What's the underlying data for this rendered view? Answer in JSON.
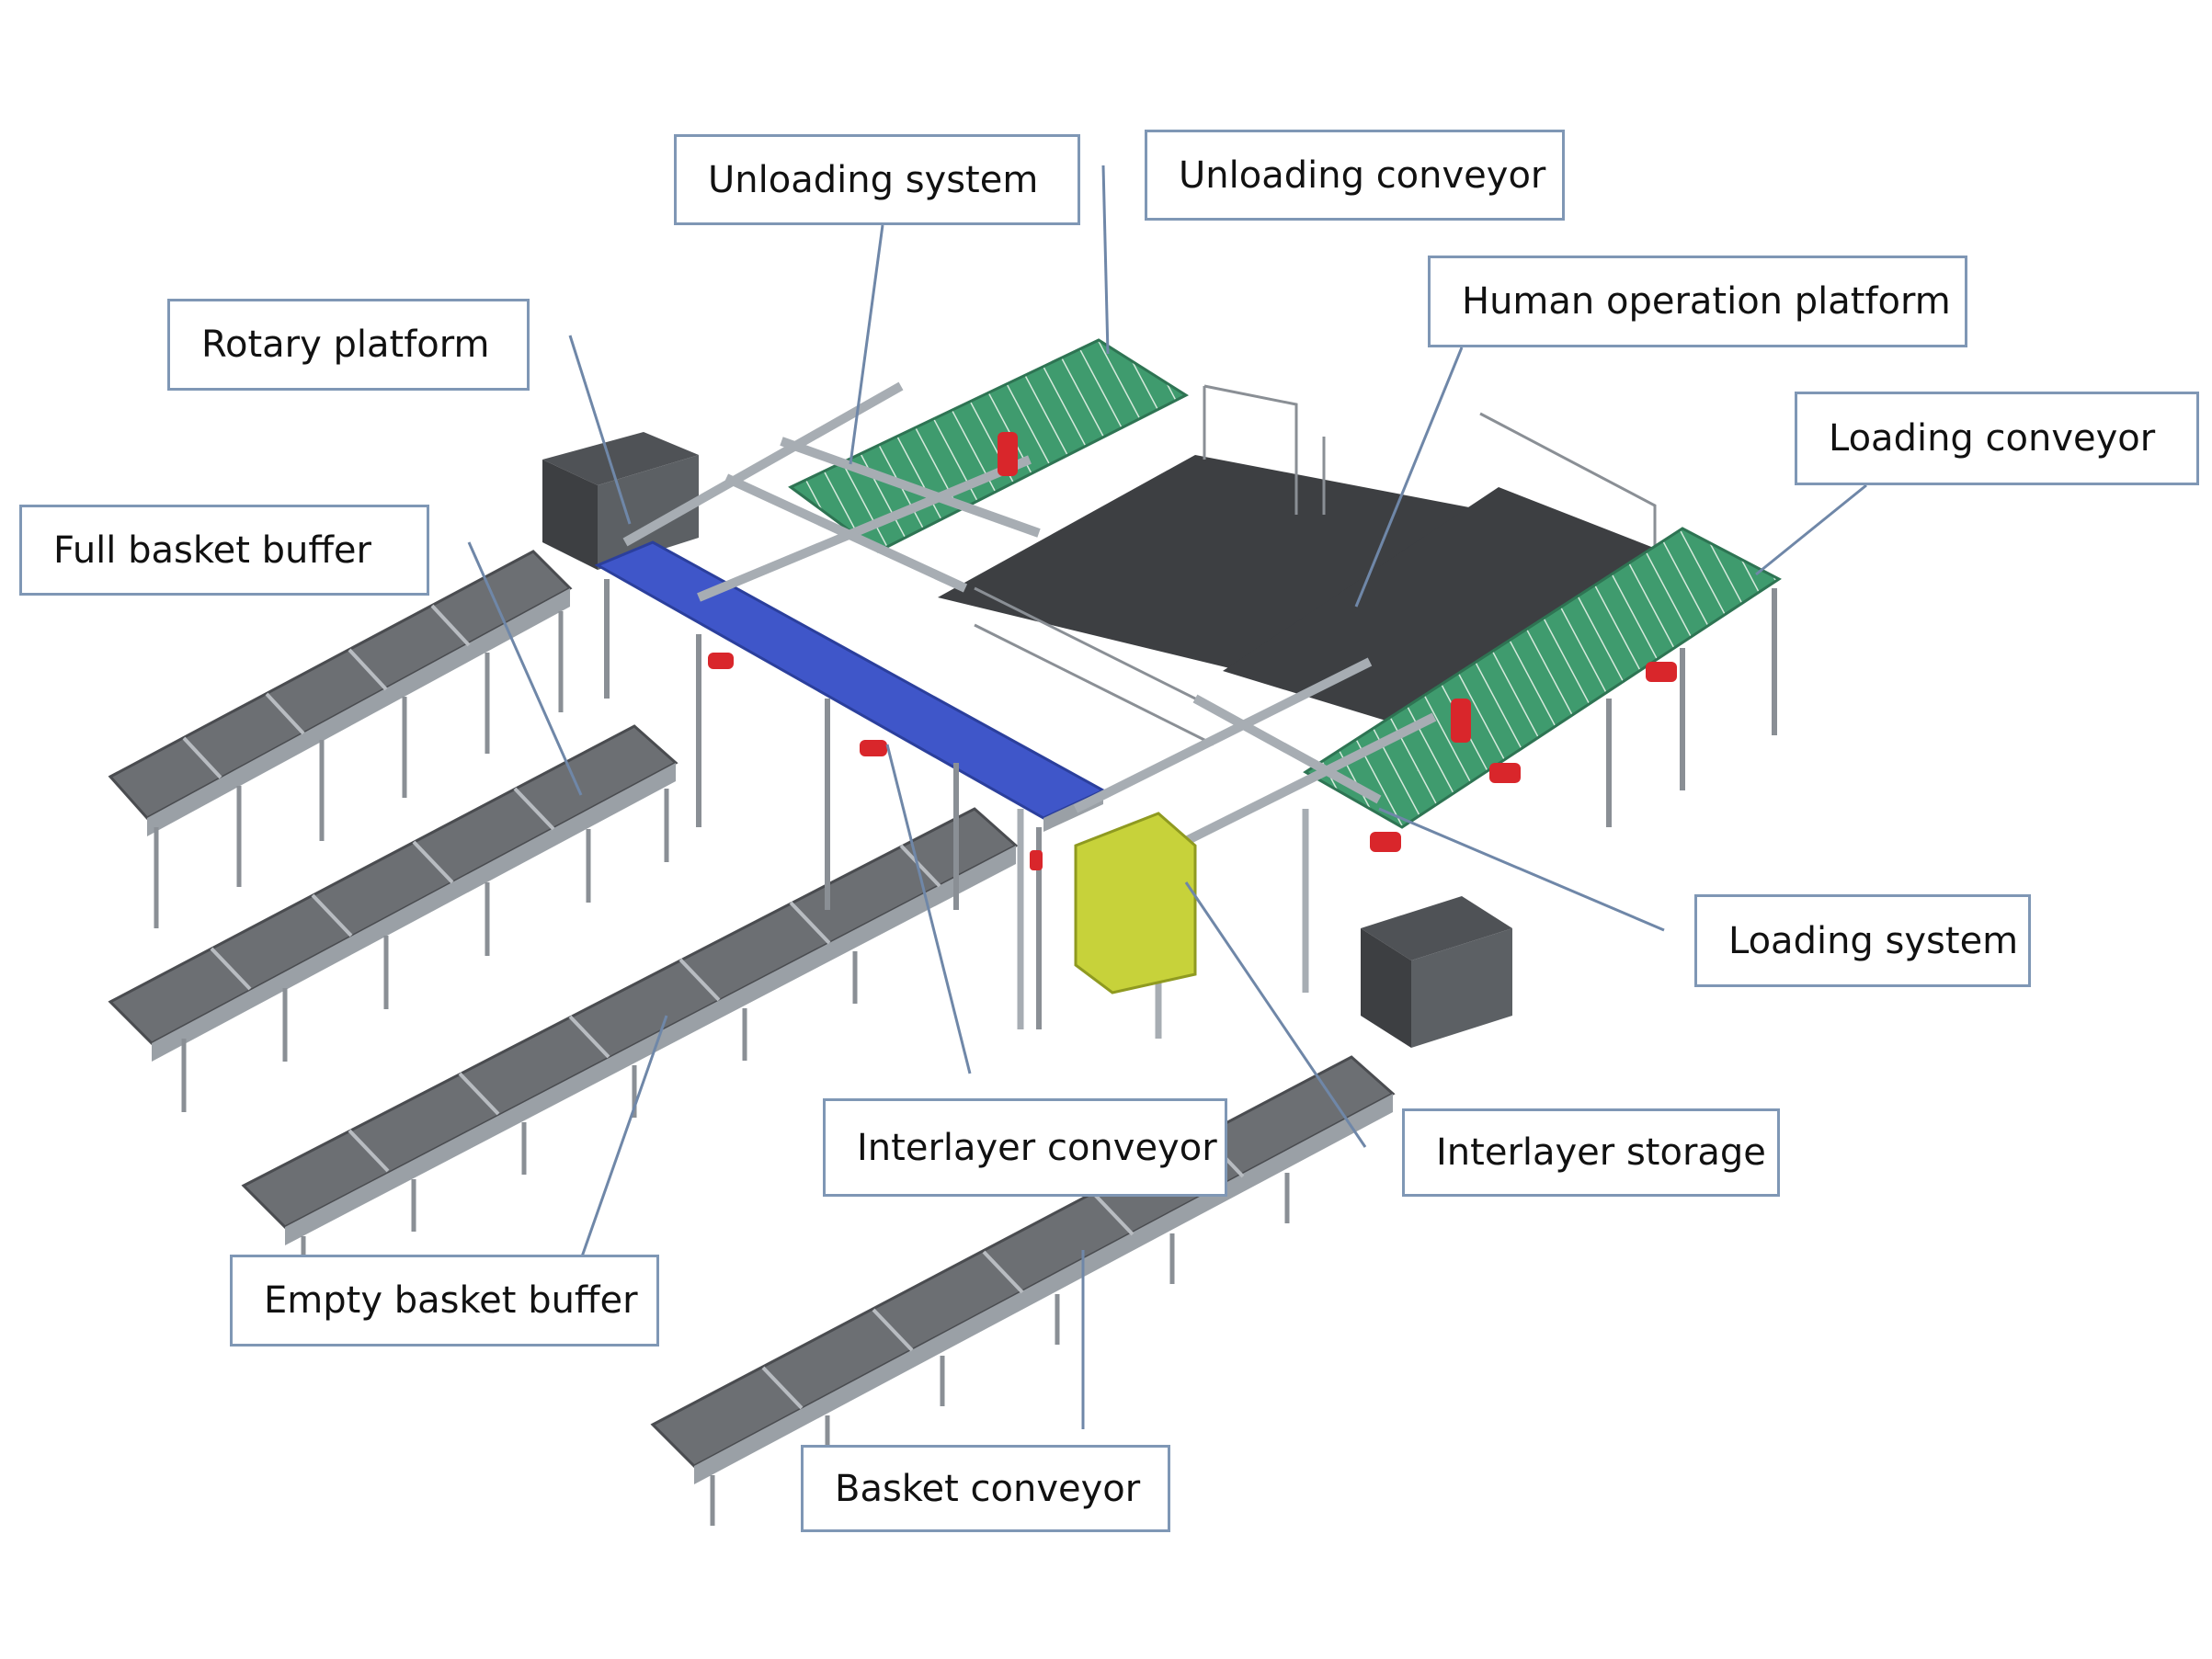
{
  "colors": {
    "leader": "#6f87a8",
    "frame": "#9aa0a6",
    "belt_gray": "#6c6f73",
    "belt_blue": "#3f56c9",
    "belt_green": "#3f9b6e",
    "platform": "#3d3f42",
    "motor": "#d9262b",
    "interlayer": "#c7d23a"
  },
  "labels": {
    "unloading_system": "Unloading system",
    "unloading_conveyor": "Unloading conveyor",
    "human_operation_platform": "Human operation platform",
    "rotary_platform": "Rotary platform",
    "loading_conveyor": "Loading conveyor",
    "full_basket_buffer": "Full basket buffer",
    "loading_system": "Loading system",
    "interlayer_conveyor": "Interlayer conveyor",
    "interlayer_storage": "Interlayer storage",
    "empty_basket_buffer": "Empty basket buffer",
    "basket_conveyor": "Basket conveyor"
  }
}
